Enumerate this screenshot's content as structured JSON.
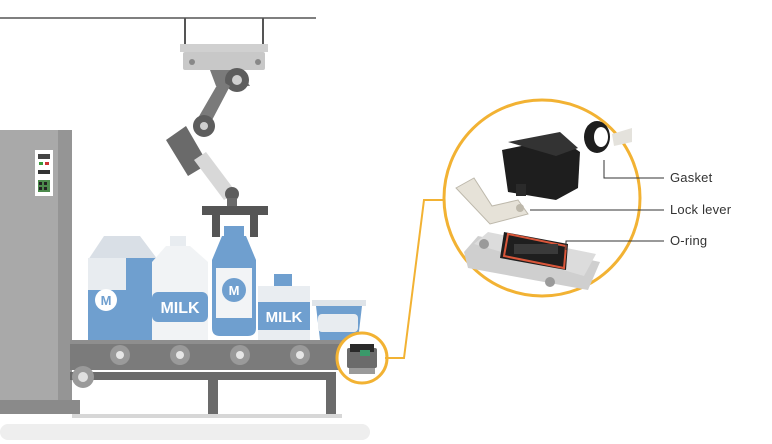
{
  "colors": {
    "accent": "#f2b233",
    "machine": "#a8a8a8",
    "machine_dark": "#8f8f8f",
    "conveyor": "#7b7b7b",
    "milk_blue": "#6f9fcf",
    "robot_gray": "#7a7a7a",
    "connector_black": "#1e1e1e",
    "gasket_red": "#d9563a"
  },
  "packages": {
    "jug_label": "MILK",
    "box_label": "MILK",
    "carton_letter": "M",
    "bottle_letter": "M"
  },
  "callouts": {
    "gasket": "Gasket",
    "lock_lever": "Lock lever",
    "o_ring": "O-ring"
  },
  "icons": [
    "robot-arm",
    "gripper",
    "control-panel",
    "conveyor-roller",
    "connector-module",
    "magnifier-circle"
  ]
}
